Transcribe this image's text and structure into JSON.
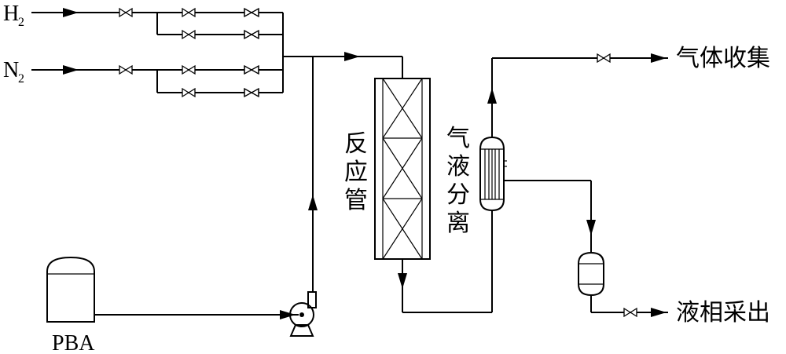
{
  "labels": {
    "h2": "H",
    "h2_sub": "2",
    "n2": "N",
    "n2_sub": "2",
    "pba": "PBA",
    "reactor": [
      "反",
      "应",
      "管"
    ],
    "separator": [
      "气",
      "液",
      "分",
      "离"
    ],
    "gas_out": "气体收集",
    "liquid_out": "液相采出"
  },
  "colors": {
    "line": "#000000",
    "background": "#ffffff"
  }
}
